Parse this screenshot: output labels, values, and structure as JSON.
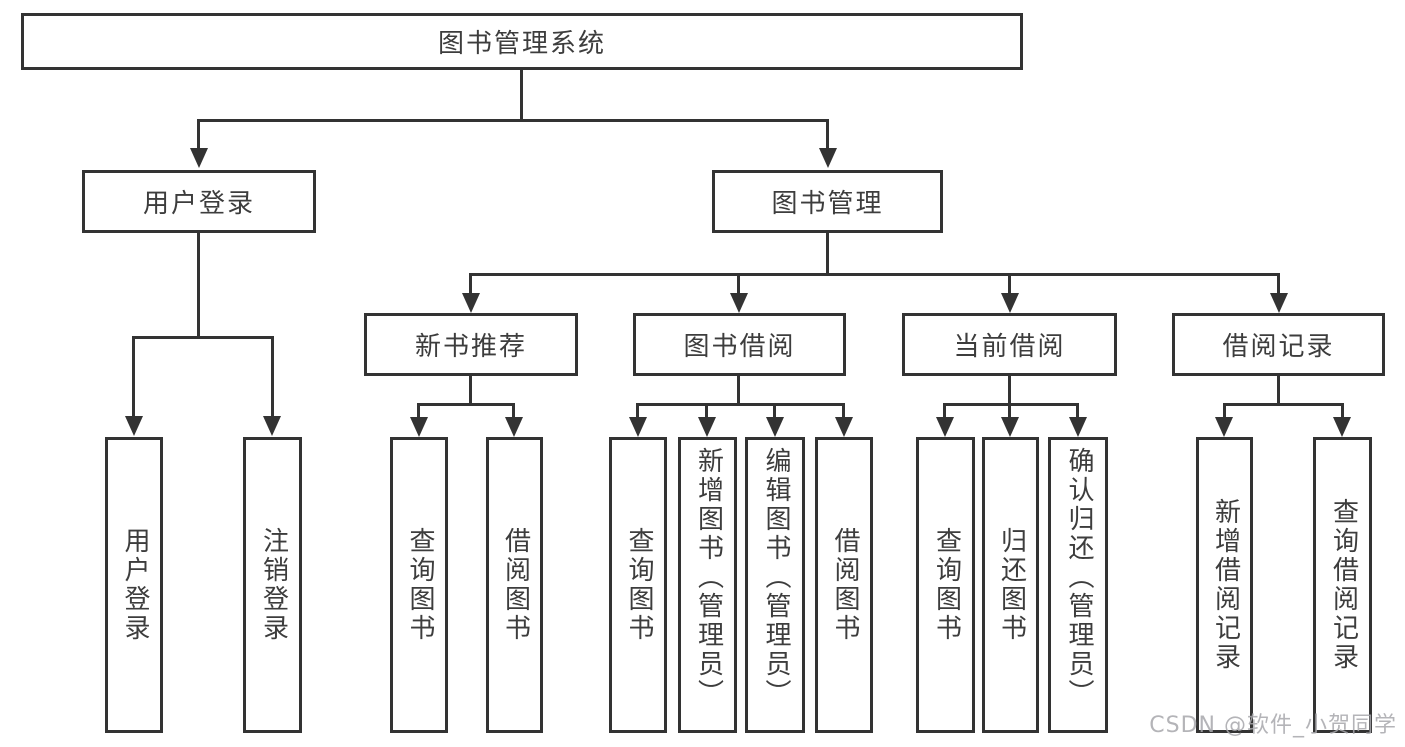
{
  "colors": {
    "line": "#333333",
    "text": "#3d3d3d",
    "background": "#ffffff",
    "watermark": "#a8a8ac"
  },
  "watermark": {
    "text": "CSDN @软件_小贺同学"
  },
  "tree": {
    "root": {
      "label": "图书管理系统"
    },
    "children": [
      {
        "label": "用户登录",
        "children": [
          {
            "label": "用户登录"
          },
          {
            "label": "注销登录"
          }
        ]
      },
      {
        "label": "图书管理",
        "children": [
          {
            "label": "新书推荐",
            "children": [
              {
                "label": "查询图书"
              },
              {
                "label": "借阅图书"
              }
            ]
          },
          {
            "label": "图书借阅",
            "children": [
              {
                "label": "查询图书"
              },
              {
                "label": "新增图书（管理员）"
              },
              {
                "label": "编辑图书（管理员）"
              },
              {
                "label": "借阅图书"
              }
            ]
          },
          {
            "label": "当前借阅",
            "children": [
              {
                "label": "查询图书"
              },
              {
                "label": "归还图书"
              },
              {
                "label": "确认归还（管理员）"
              }
            ]
          },
          {
            "label": "借阅记录",
            "children": [
              {
                "label": "新增借阅记录"
              },
              {
                "label": "查询借阅记录"
              }
            ]
          }
        ]
      }
    ]
  }
}
